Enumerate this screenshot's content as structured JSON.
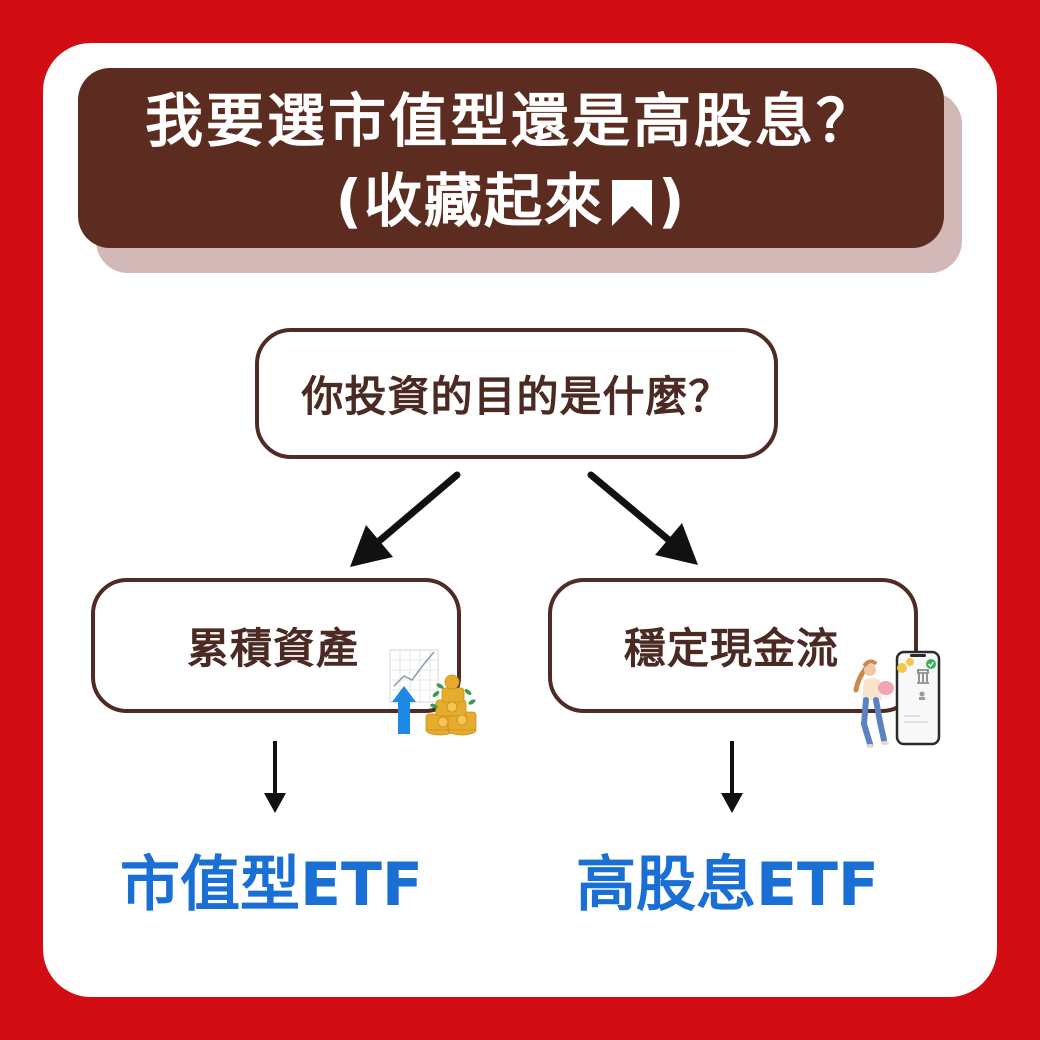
{
  "header": {
    "title_line1": "我要選市值型還是高股息？",
    "title_line2_prefix": "(收藏起來",
    "title_line2_suffix": ")",
    "bookmark_icon": "bookmark-icon"
  },
  "flow": {
    "question": "你投資的目的是什麼？",
    "options": [
      {
        "label": "累積資產",
        "illustration": "growth-chart-coins-illustration",
        "result": "市值型ETF"
      },
      {
        "label": "穩定現金流",
        "illustration": "woman-piggybank-phone-illustration",
        "result": "高股息ETF"
      }
    ]
  },
  "colors": {
    "background": "#d10c12",
    "card": "#ffffff",
    "header": "#5c2c20",
    "header_shadow": "#d3b8b8",
    "node_border": "#4f2b24",
    "node_text": "#4a2a22",
    "result_text": "#1a6fd4",
    "arrow": "#111111"
  }
}
